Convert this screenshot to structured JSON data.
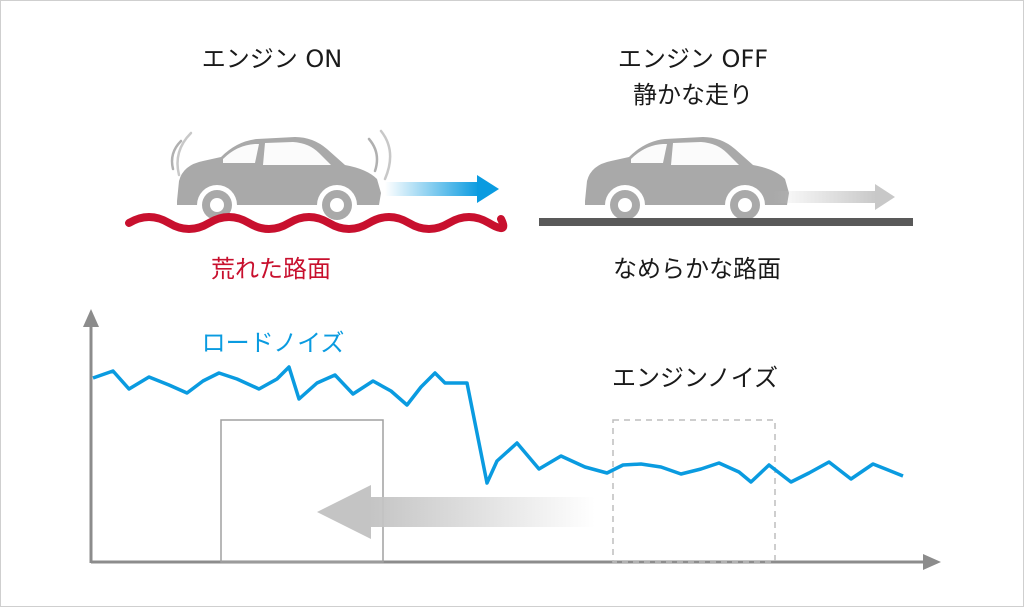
{
  "left": {
    "title": "エンジン ON",
    "road_label": "荒れた路面"
  },
  "right": {
    "title_line1": "エンジン OFF",
    "title_line2": "静かな走り",
    "road_label": "なめらかな路面"
  },
  "graph": {
    "road_noise_label": "ロードノイズ",
    "engine_noise_label": "エンジンノイズ"
  },
  "colors": {
    "road_noise": "#0a9be0",
    "rough_road": "#c8102e",
    "car": "#a9a9a9",
    "axis": "#8c8c8c"
  }
}
